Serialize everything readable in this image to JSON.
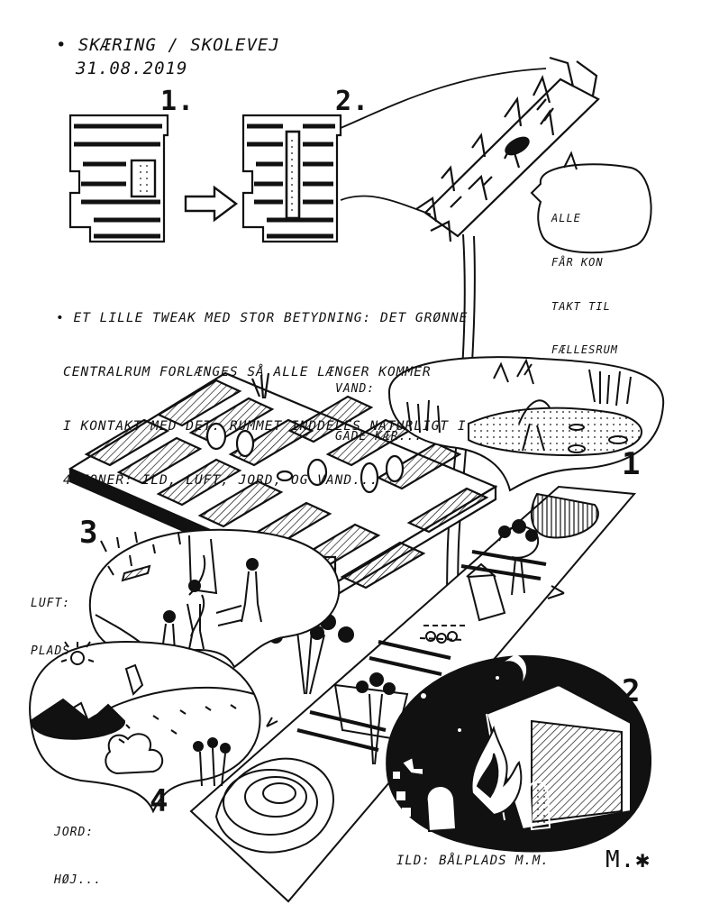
{
  "header": {
    "title": "• SKÆRING / SKOLEVEJ",
    "date": "31.08.2019"
  },
  "diagram": {
    "step_1": "1.",
    "step_2": "2."
  },
  "speech_bubble": {
    "lines": [
      "ALLE",
      "FÅR KON",
      "TAKT TIL",
      "FÆLLESRUM"
    ]
  },
  "description": {
    "lines": [
      "• ET LILLE TWEAK MED STOR BETYDNING: DET GRØNNE",
      "CENTRALRUM FORLÆNGES SÅ ALLE LÆNGER KOMMER",
      "I KONTAKT MED DET. RUMMET INDDELES NATURLIGT I",
      "4 ZONER: ILD, LUFT, JORD, OG VAND..."
    ]
  },
  "zones": {
    "vand": {
      "number": "1",
      "label": [
        "VAND:",
        "GADE KÆR..."
      ]
    },
    "ild": {
      "number": "2",
      "label": [
        "ILD: BÅLPLADS M.M."
      ]
    },
    "luft": {
      "number": "3",
      "label": [
        "LUFT:",
        "PLADS"
      ]
    },
    "jord": {
      "number": "4",
      "label": [
        "JORD:",
        "HØJ..."
      ]
    }
  },
  "signature": "M.✱",
  "colors": {
    "ink": "#111111",
    "paper": "#ffffff"
  }
}
